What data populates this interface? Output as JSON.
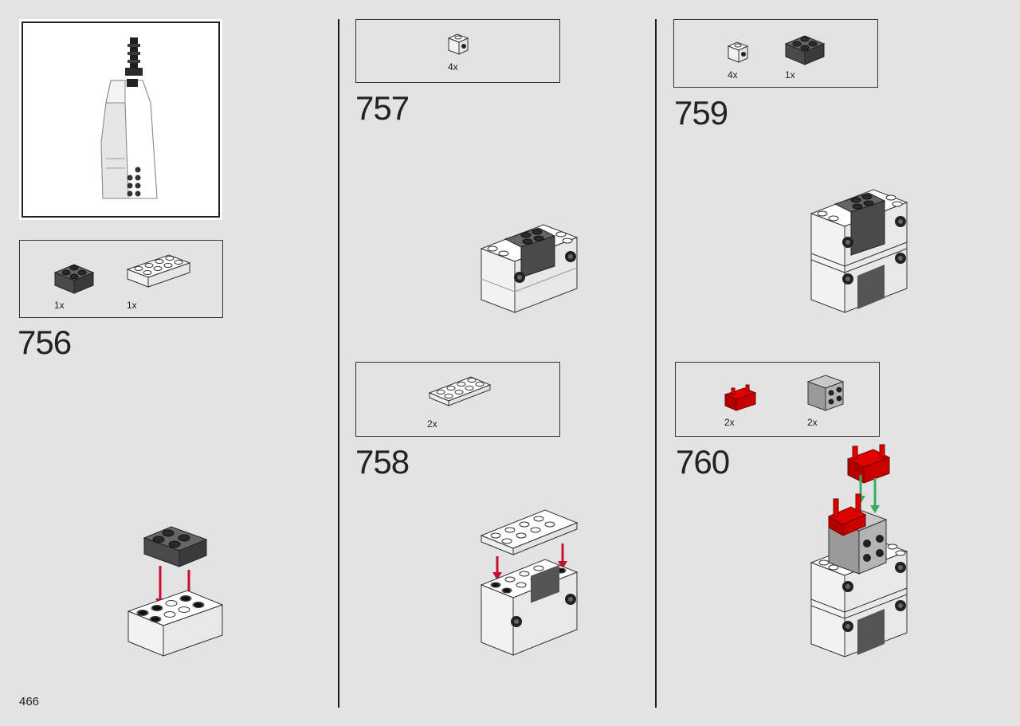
{
  "page_number": "466",
  "colors": {
    "background": "#e3e3e3",
    "dark_brick": "#4a4a4a",
    "light_gray_brick": "#a9a9a9",
    "white_brick": "#ffffff",
    "red_part": "#d40000",
    "red_arrow": "#c8102e",
    "green_arrow": "#3daa5c"
  },
  "steps": [
    {
      "number": "756",
      "parts": [
        {
          "icon": "dark-gray-2x2-jumper-icon",
          "qty": "1x"
        },
        {
          "icon": "white-2x4-brick-icon",
          "qty": "1x"
        }
      ]
    },
    {
      "number": "757",
      "parts": [
        {
          "icon": "white-1x1-brick-with-side-stud-icon",
          "qty": "4x"
        }
      ]
    },
    {
      "number": "758",
      "parts": [
        {
          "icon": "white-2x4-plate-icon",
          "qty": "2x"
        }
      ]
    },
    {
      "number": "759",
      "parts": [
        {
          "icon": "white-1x1-brick-with-side-stud-icon",
          "qty": "4x"
        },
        {
          "icon": "dark-gray-2x2-jumper-icon",
          "qty": "1x"
        }
      ]
    },
    {
      "number": "760",
      "parts": [
        {
          "icon": "red-bracket-icon",
          "qty": "2x"
        },
        {
          "icon": "gray-2x2-brick-with-studs-on-side-icon",
          "qty": "2x"
        }
      ]
    }
  ]
}
